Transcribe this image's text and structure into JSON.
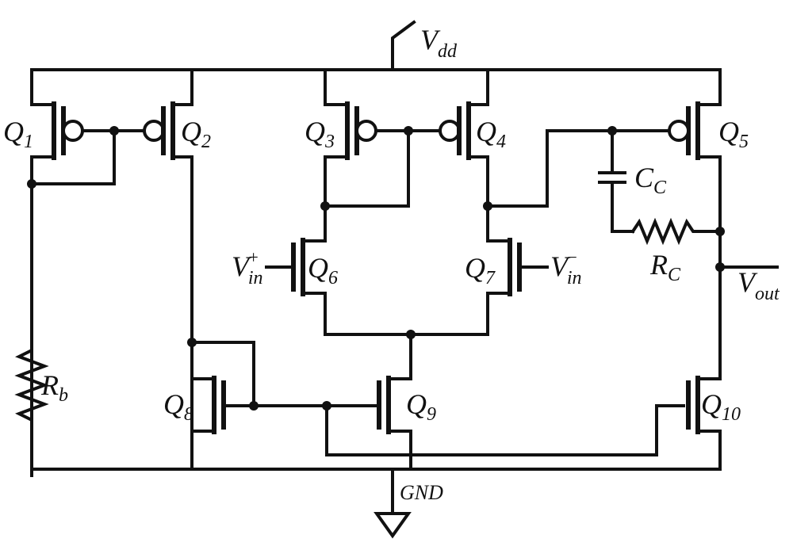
{
  "labels": {
    "vdd": {
      "main": "V",
      "sub": "dd"
    },
    "gnd": "GND",
    "vout": {
      "main": "V",
      "sub": "out"
    },
    "vin_pos": {
      "main": "V",
      "sup": "+",
      "sub": "in"
    },
    "vin_neg": {
      "main": "V",
      "sup": "−",
      "sub": "in"
    },
    "rb": {
      "main": "R",
      "sub": "b"
    },
    "rc": {
      "main": "R",
      "sub": "C"
    },
    "cc": {
      "main": "C",
      "sub": "C"
    },
    "q1": {
      "main": "Q",
      "sub": "1"
    },
    "q2": {
      "main": "Q",
      "sub": "2"
    },
    "q3": {
      "main": "Q",
      "sub": "3"
    },
    "q4": {
      "main": "Q",
      "sub": "4"
    },
    "q5": {
      "main": "Q",
      "sub": "5"
    },
    "q6": {
      "main": "Q",
      "sub": "6"
    },
    "q7": {
      "main": "Q",
      "sub": "7"
    },
    "q8": {
      "main": "Q",
      "sub": "8"
    },
    "q9": {
      "main": "Q",
      "sub": "9"
    },
    "q10": {
      "main": "Q",
      "sub": "10"
    }
  }
}
